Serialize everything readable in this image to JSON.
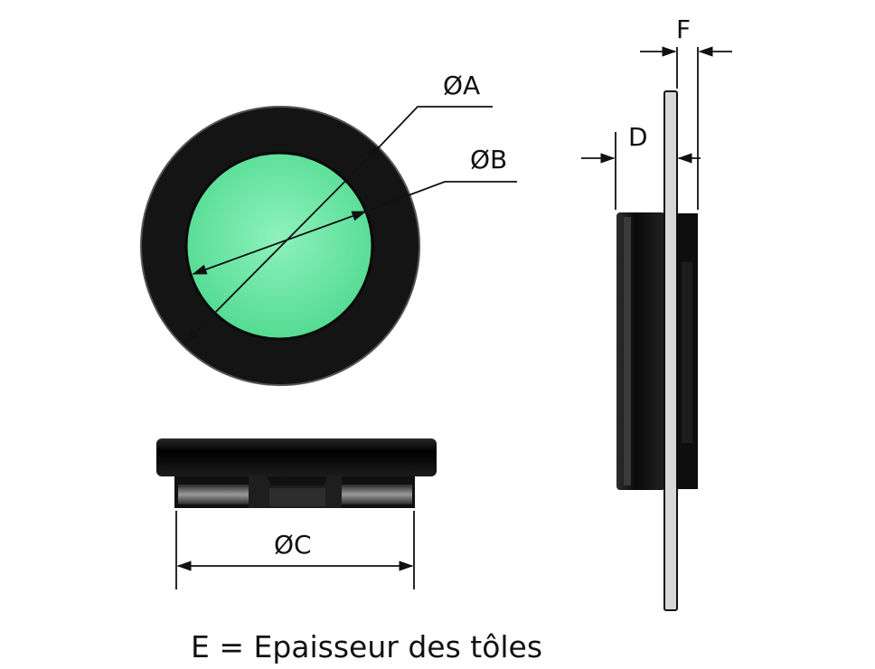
{
  "labels": {
    "dim_a": "ØA",
    "dim_b": "ØB",
    "dim_c": "ØC",
    "dim_d": "D",
    "dim_f": "F"
  },
  "caption": "E = Epaisseur des tôles",
  "colors": {
    "body": "#141414",
    "lens": "#5fe39c",
    "plate": "#d8d8d8",
    "line": "#111111"
  }
}
